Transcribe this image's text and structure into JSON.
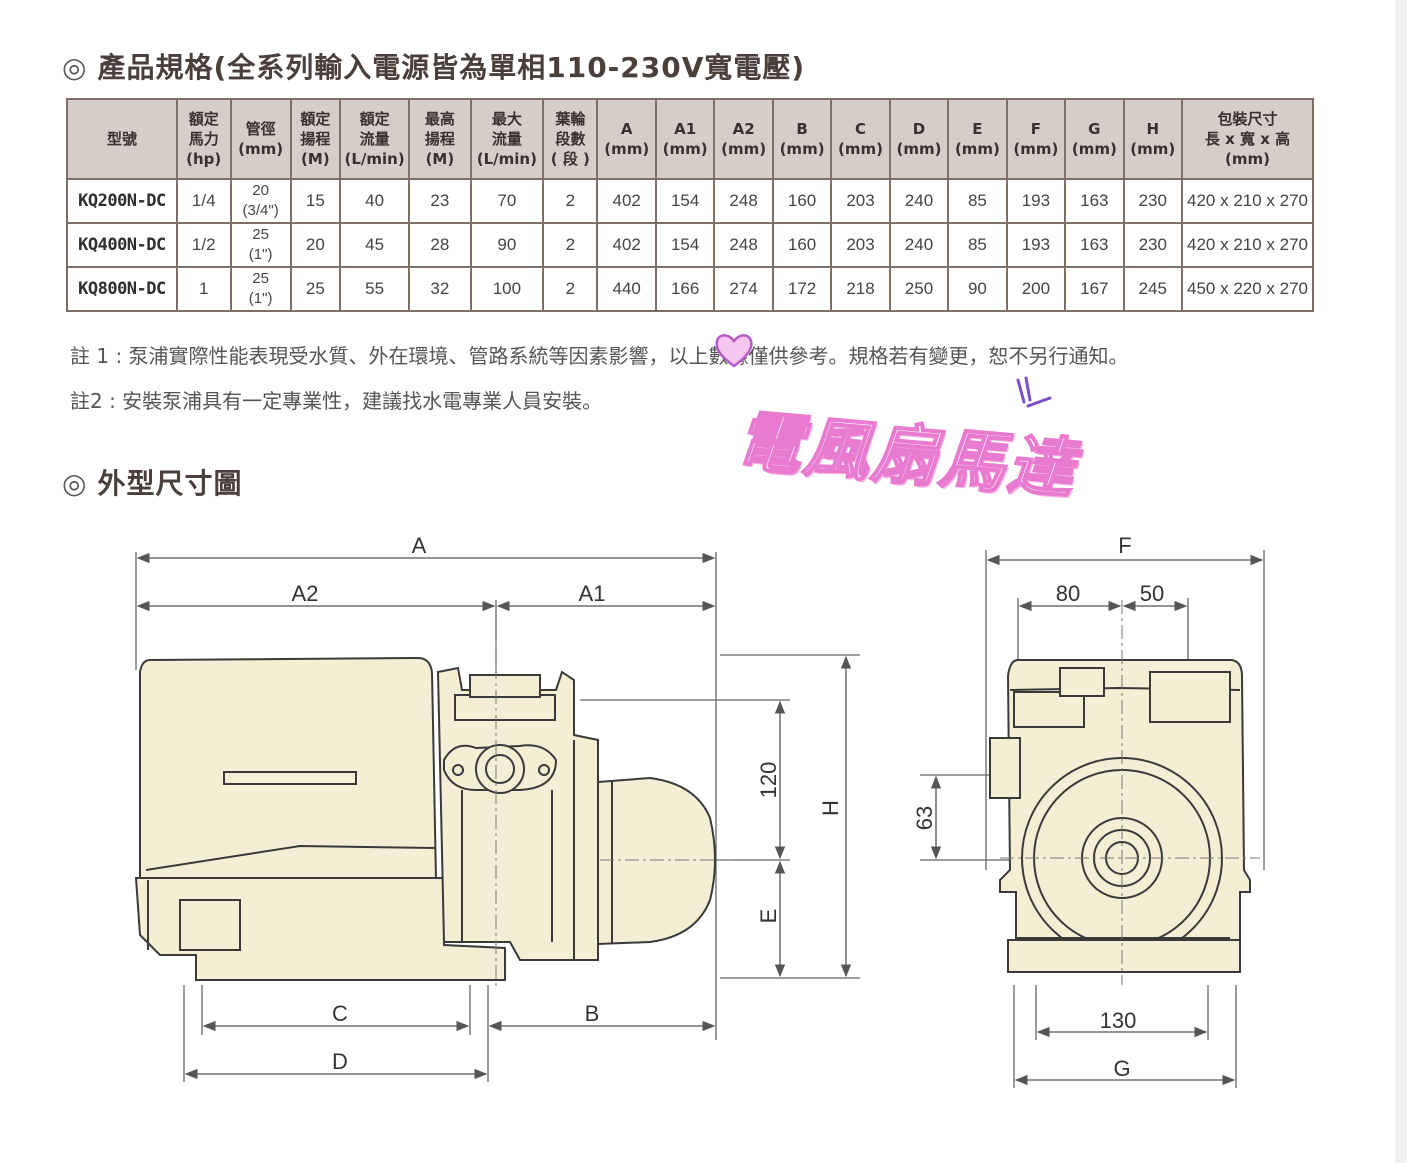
{
  "spec_section": {
    "title": "產品規格(全系列輸入電源皆為單相110-230V寬電壓)",
    "mark": "◎"
  },
  "table": {
    "headers": [
      "型號",
      "額定\n馬力\n(hp)",
      "管徑\n(mm)",
      "額定\n揚程\n(M)",
      "額定\n流量\n(L/min)",
      "最高\n揚程\n(M)",
      "最大\n流量\n(L/min)",
      "葉輪\n段數\n( 段 )",
      "A\n(mm)",
      "A1\n(mm)",
      "A2\n(mm)",
      "B\n(mm)",
      "C\n(mm)",
      "D\n(mm)",
      "E\n(mm)",
      "F\n(mm)",
      "G\n(mm)",
      "H\n(mm)",
      "包裝尺寸\n長 x 寬 x 高\n(mm)"
    ],
    "rows": [
      [
        "KQ200N-DC",
        "1/4",
        "20\n(3/4\")",
        "15",
        "40",
        "23",
        "70",
        "2",
        "402",
        "154",
        "248",
        "160",
        "203",
        "240",
        "85",
        "193",
        "163",
        "230",
        "420 x 210 x 270"
      ],
      [
        "KQ400N-DC",
        "1/2",
        "25\n(1\")",
        "20",
        "45",
        "28",
        "90",
        "2",
        "402",
        "154",
        "248",
        "160",
        "203",
        "240",
        "85",
        "193",
        "163",
        "230",
        "420 x 210 x 270"
      ],
      [
        "KQ800N-DC",
        "1",
        "25\n(1\")",
        "25",
        "55",
        "32",
        "100",
        "2",
        "440",
        "166",
        "274",
        "172",
        "218",
        "250",
        "90",
        "200",
        "167",
        "245",
        "450 x 220 x 270"
      ]
    ]
  },
  "notes": {
    "note1": "註 1 : 泵浦實際性能表現受水質、外在環境、管路系統等因素影響，以上數據僅供參考。規格若有變更，恕不另行通知。",
    "note2": "註2 : 安裝泵浦具有一定專業性，建議找水電專業人員安裝。"
  },
  "watermark": "電風扇馬達",
  "dimension_section": {
    "title": "外型尺寸圖",
    "mark": "◎"
  },
  "dims": {
    "A": "A",
    "A1": "A1",
    "A2": "A2",
    "B": "B",
    "C": "C",
    "D": "D",
    "E": "E",
    "H": "H",
    "F": "F",
    "G": "G",
    "d120": "120",
    "d63": "63",
    "d80": "80",
    "d50": "50",
    "d130": "130"
  },
  "colors": {
    "pump_body": "#f4eed5",
    "table_header": "#d6ccc8",
    "watermark": "#e87ad0"
  }
}
